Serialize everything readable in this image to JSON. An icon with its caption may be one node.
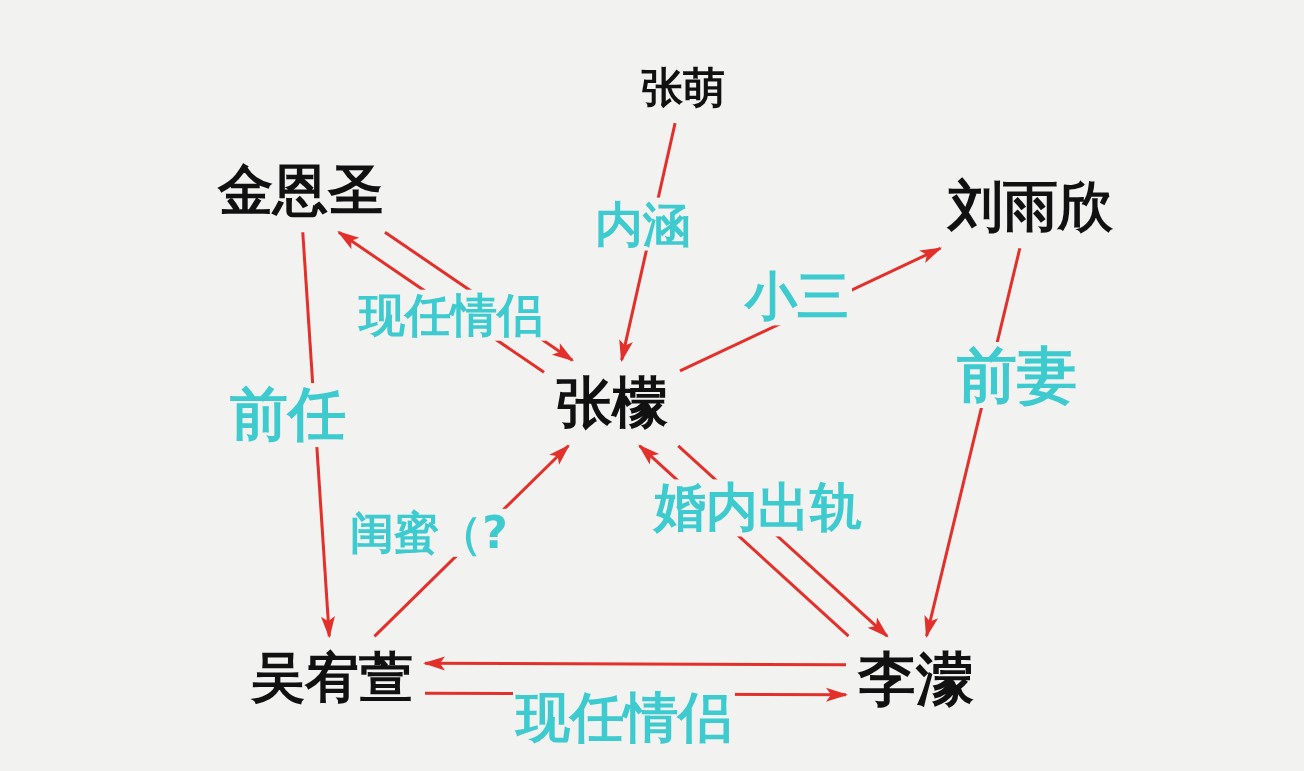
{
  "diagram": {
    "nodes": [
      {
        "text": [
          "张萌"
        ]
      },
      {
        "text": [
          "金恩圣"
        ]
      },
      {
        "text": [
          "刘雨欣"
        ]
      },
      {
        "text": [
          "张檬"
        ]
      },
      {
        "text": [
          "吴宥萱"
        ]
      },
      {
        "text": [
          "李濛"
        ]
      }
    ],
    "edges": [
      {
        "from": 0,
        "to": 3,
        "arrow": "to",
        "label": "内涵"
      },
      {
        "from": 1,
        "to": 3,
        "arrow": "to",
        "label": "现任情侣"
      },
      {
        "from": 3,
        "to": 1,
        "arrow": "to"
      },
      {
        "from": 3,
        "to": 2,
        "arrow": "to",
        "label": "小三"
      },
      {
        "from": 2,
        "to": 5,
        "arrow": "to",
        "label": "前妻"
      },
      {
        "from": 1,
        "to": 4,
        "arrow": "to",
        "label": "前任"
      },
      {
        "from": 3,
        "to": 5,
        "arrow": "to"
      },
      {
        "from": 5,
        "to": 3,
        "arrow": "to",
        "label": "婚内出轨"
      },
      {
        "from": 4,
        "to": 3,
        "arrow": "to",
        "label": "闺蜜（?"
      },
      {
        "from": 5,
        "to": 4,
        "arrow": "to"
      },
      {
        "from": 4,
        "to": 5,
        "arrow": "to",
        "label": "现任情侣"
      }
    ]
  }
}
